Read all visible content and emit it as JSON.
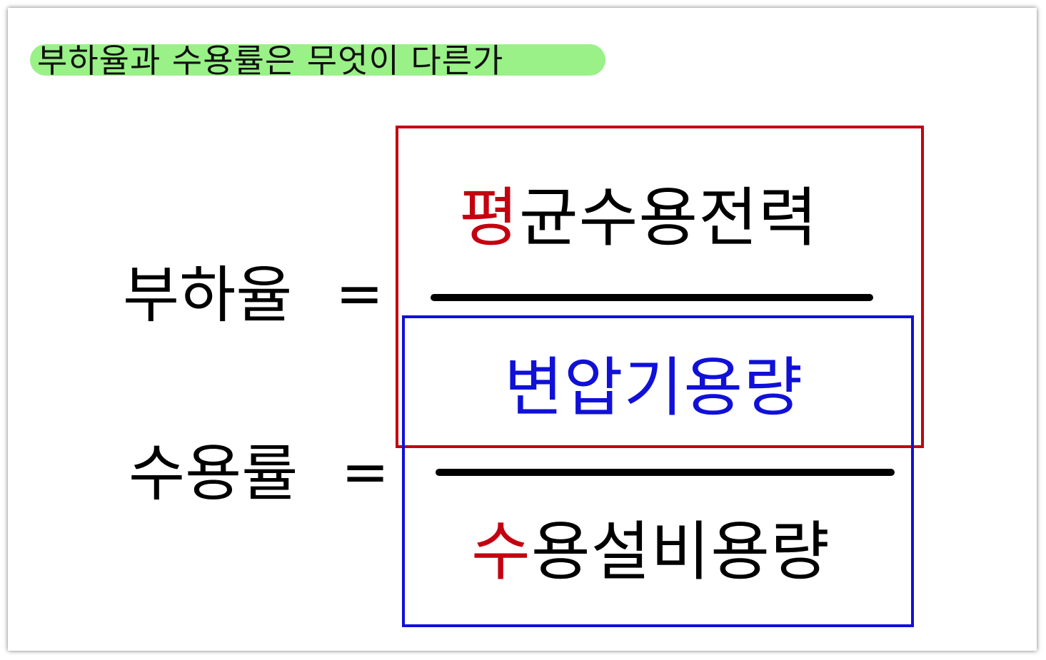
{
  "title": "부하율과 수용률은 무엇이 다른가",
  "colors": {
    "highlight": "#8ef07a",
    "red": "#c40010",
    "blue": "#1010d8",
    "black": "#000000"
  },
  "load_factor": {
    "label": "부하율",
    "equals": "=",
    "numerator": {
      "first_char": "평",
      "rest": "균수용전력"
    },
    "denominator": {
      "text": "변압기용량"
    }
  },
  "demand_factor": {
    "label": "수용률",
    "equals": "=",
    "numerator": {
      "text": "변압기용량"
    },
    "denominator": {
      "first_char": "수",
      "rest": "용설비용량"
    }
  }
}
